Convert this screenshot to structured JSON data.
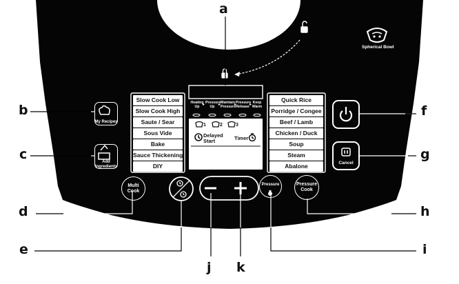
{
  "callouts": {
    "a": "a",
    "b": "b",
    "c": "c",
    "d": "d",
    "e": "e",
    "f": "f",
    "g": "g",
    "h": "h",
    "i": "i",
    "j": "j",
    "k": "k"
  },
  "left_modes": [
    "Slow Cook Low",
    "Slow Cook High",
    "Saute / Sear",
    "Sous Vide",
    "Bake",
    "Sauce Thickening",
    "DIY"
  ],
  "right_modes": [
    "Quick Rice",
    "Porridge / Congee",
    "Beef / Lamb",
    "Chicken / Duck",
    "Soup",
    "Steam",
    "Abalone"
  ],
  "stages": [
    {
      "line1": "Heating",
      "line2": "Up"
    },
    {
      "line1": "Pressure",
      "line2": "Up"
    },
    {
      "line1": "Maintain",
      "line2": "Pressure"
    },
    {
      "line1": "Pressure",
      "line2": "Release"
    },
    {
      "line1": "Keep",
      "line2": "Warm"
    }
  ],
  "display": {
    "delayed_start_line1": "Delayed",
    "delayed_start_line2": "Start",
    "timer": "Timer",
    "program_labels": [
      "1",
      "2",
      "3"
    ]
  },
  "buttons": {
    "my_recipes": "My Recipes",
    "add_ingredients_line1": "Add",
    "add_ingredients_line2": "Ingredients",
    "multi_cook_line1": "Multi",
    "multi_cook_line2": "Cook",
    "pressure": "Pressure",
    "pressure_cook_line1": "Pressure",
    "pressure_cook_line2": "Cook",
    "cancel": "Cancel",
    "minus": "−",
    "plus": "+"
  },
  "brand": "Spherical Bowl"
}
